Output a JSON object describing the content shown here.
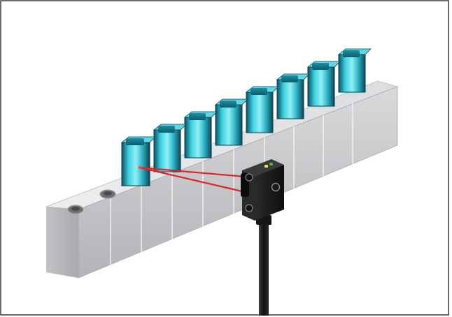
{
  "scene": {
    "subject": "photoelectric-sensor-detecting-transparent-vials",
    "colors": {
      "background": "#ffffff",
      "frame_border": "#3a3a3a",
      "rack_face": "#c9cacc",
      "rack_top": "#e6e7e9",
      "vial_cyan": "#2fb6c8",
      "vial_dark": "#0e5a6a",
      "sensor_body": "#1e1e1e",
      "beam": "#e0242b",
      "cable": "#1a1a1a"
    },
    "vial_count": 8,
    "rack_segment_count": 10,
    "icons": [
      "sensor-led-green",
      "sensor-led-red",
      "mounting-hole"
    ]
  }
}
